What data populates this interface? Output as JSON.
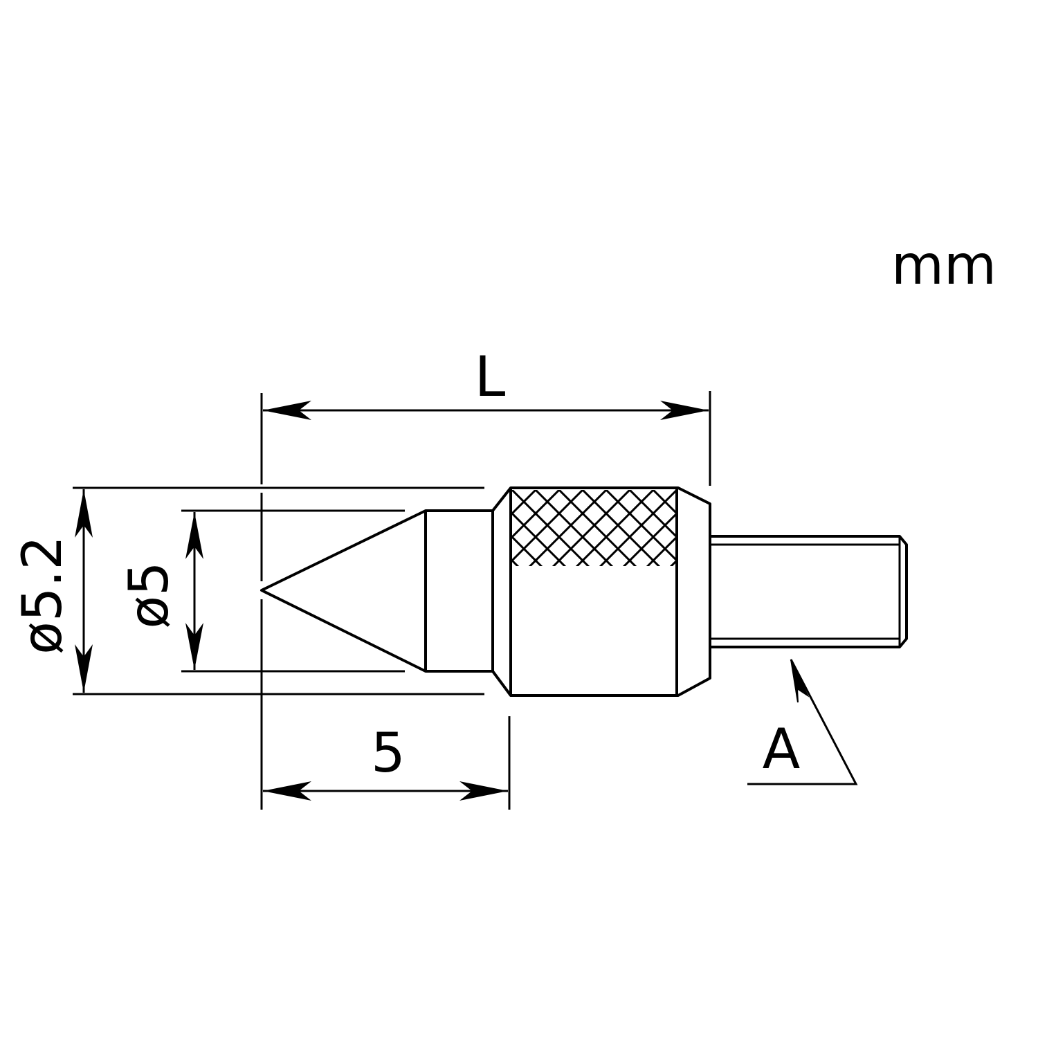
{
  "units_label": "mm",
  "dimensions": {
    "overall_length": "L",
    "outer_diameter": "ø5.2",
    "tip_diameter": "ø5",
    "tip_length": "5"
  },
  "callouts": {
    "thread": "A"
  },
  "colors": {
    "line": "#000000",
    "background": "#ffffff"
  }
}
